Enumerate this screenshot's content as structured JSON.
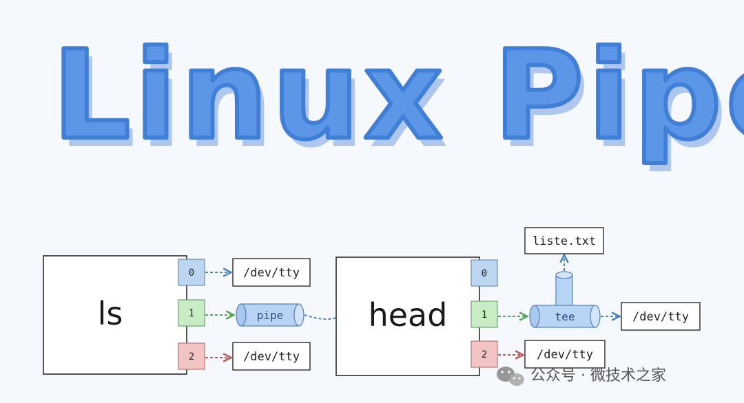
{
  "title": "Linux Pipe",
  "processes": {
    "left": "ls",
    "right": "head"
  },
  "fds": {
    "stdin": "0",
    "stdout": "1",
    "stderr": "2"
  },
  "destinations": {
    "ls_stdout_target": "/dev/tty",
    "ls_stderr_target": "/dev/tty",
    "head_stdout_target": "/dev/tty",
    "head_stderr_target": "/dev/tty",
    "tee_file": "liste.txt"
  },
  "pipes": {
    "pipe": "pipe",
    "tee": "tee"
  },
  "colors": {
    "title": "#5b97e6",
    "stdin_fd": "#bcd6f2",
    "stdout_fd": "#c8ecc4",
    "stderr_fd": "#f3c4c4",
    "pipe": "#b8d4f4",
    "blue_arrow": "#4a80c4",
    "green_arrow": "#5aa35a",
    "red_arrow": "#c05555"
  },
  "watermark": {
    "text": "公众号 · 微技术之家",
    "icon": "wechat-icon"
  }
}
